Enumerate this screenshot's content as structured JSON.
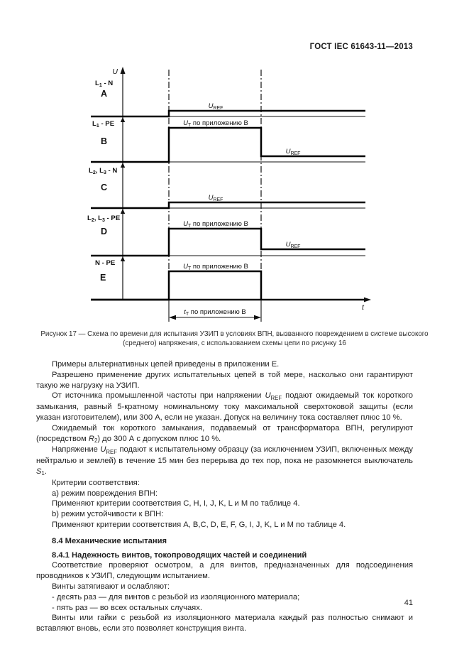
{
  "header": {
    "title": "ГОСТ IEC 61643-11—2013"
  },
  "figure": {
    "axis_u": "U",
    "axis_t": "t",
    "uref": {
      "base": "U",
      "sub": "REF"
    },
    "ut": {
      "base": "U",
      "sub": "T",
      "rest": " по приложению В"
    },
    "tt": {
      "base": "t",
      "sub": "T",
      "rest": " по приложению В"
    },
    "bands": {
      "a": {
        "p1": "L",
        "s1": "1",
        "p2": " - N",
        "letter": "A"
      },
      "b": {
        "p1": "L",
        "s1": "1",
        "p2": " - PE",
        "letter": "B"
      },
      "c": {
        "p1": "L",
        "s1": "2",
        "p2": ", L",
        "s2": "3",
        "p3": " - N",
        "letter": "C"
      },
      "d": {
        "p1": "L",
        "s1": "2",
        "p2": ", L",
        "s2": "3",
        "p3": " - PE",
        "letter": "D"
      },
      "e": {
        "p1": "N - PE",
        "letter": "E"
      }
    },
    "caption": "Рисунок 17 — Схема по времени для испытания УЗИП в условиях ВПН, вызванного повреждением в системе высокого (среднего) напряжения, с использованием схемы цепи по рисунку 16"
  },
  "body": {
    "p1": "Примеры альтернативных цепей приведены в приложении Е.",
    "p2": "Разрешено применение других испытательных цепей в той мере, насколько они гарантируют такую же нагрузку на УЗИП.",
    "p3": {
      "t1": "От источника промышленной частоты при напряжении ",
      "f1": "U",
      "f1sub": "REF",
      "t2": " подают ожидаемый ток короткого замыкания, равный 5-кратному номинальному току максимальной сверхтоковой защиты (если указан изготовителем), или 300 А, если не указан. Допуск на величину тока составляет плюс 10 %."
    },
    "p4": {
      "t1": "Ожидаемый ток короткого замыкания, подаваемый от трансформатора ВПН, регулируют (посредством ",
      "f1": "R",
      "f1sub": "2",
      "t2": ") до 300 А с допуском плюс 10 %."
    },
    "p5": {
      "t1": "Напряжение ",
      "f1": "U",
      "f1sub": "REF",
      "t2": " подают к испытательному образцу (за исключением УЗИП, включенных между нейтралью и землей) в течение 15 мин без перерыва до тех пор, пока не разомкнется выключатель ",
      "f2": "S",
      "f2sub": "1",
      "t3": "."
    },
    "p6": "Критерии соответствия:",
    "p7": "a) режим повреждения ВПН:",
    "p8": "Применяют критерии соответствия C, H, I, J, K, L и M по таблице 4.",
    "p9": "b) режим устойчивости к ВПН:",
    "p10": "Применяют критерии соответствия A, B,C, D, E, F, G, I, J, K, L и M по таблице 4.",
    "h84": "8.4 Механические испытания",
    "h841": "8.4.1 Надежность винтов, токопроводящих частей и соединений",
    "p11": "Соответствие проверяют осмотром, а для винтов, предназначенных для подсоединения проводников к УЗИП, следующим испытанием.",
    "p12": "Винты затягивают и ослабляют:",
    "p13": "- десять раз — для винтов с резьбой из изоляционного материала;",
    "p14": "- пять раз — во всех остальных случаях.",
    "p15": "Винты или гайки с резьбой из изоляционного материала каждый раз полностью снимают и вставляют вновь, если это позволяет конструкция винта."
  },
  "page_number": "41"
}
